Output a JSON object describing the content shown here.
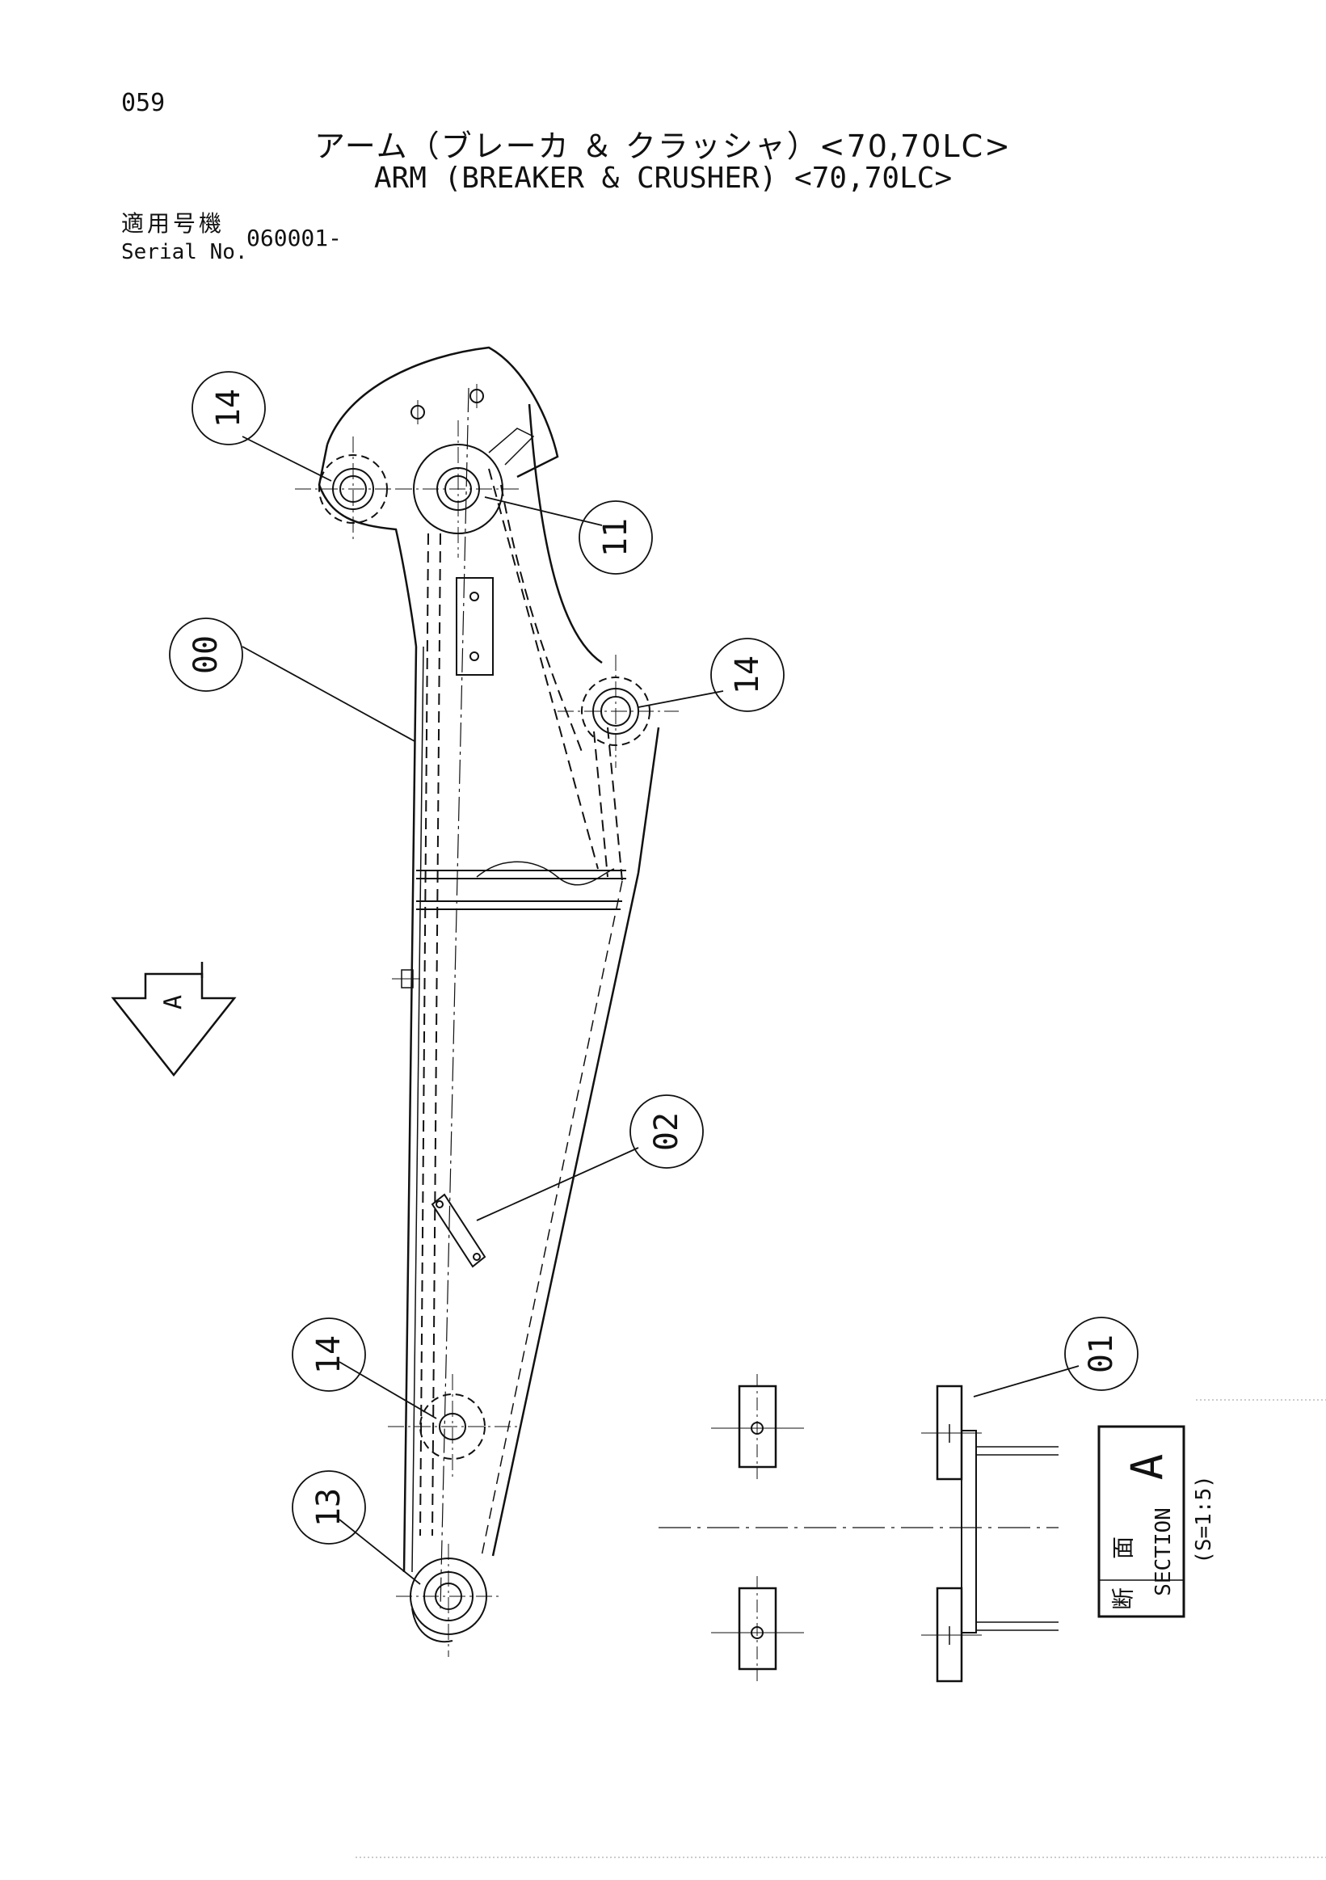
{
  "header": {
    "page_number": "059",
    "title_ja": "アーム（ブレーカ ＆ クラッシャ）<70,70LC>",
    "title_en": "ARM (BREAKER & CRUSHER) <70,70LC>",
    "serial_label_ja": "適用号機",
    "serial_label_en": "Serial No.",
    "serial_value": "060001-"
  },
  "callouts": {
    "c14a": "14",
    "c11": "11",
    "c00": "00",
    "c14b": "14",
    "c02": "02",
    "c14c": "14",
    "c13": "13",
    "c01": "01"
  },
  "view_marker": {
    "letter": "A"
  },
  "section_box": {
    "ja_1": "断",
    "ja_2": "面",
    "label": "SECTION",
    "letter": "A",
    "scale": "(S=1:5)"
  },
  "colors": {
    "line": "#111111",
    "paper": "#ffffff"
  }
}
